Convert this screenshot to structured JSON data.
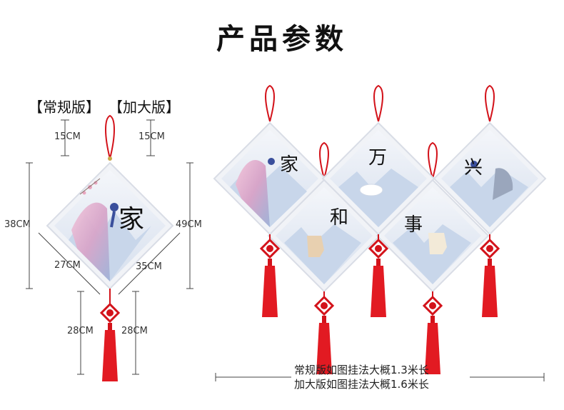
{
  "title": "产品参数",
  "versions": {
    "standard": "【常规版】",
    "large": "【加大版】"
  },
  "dimensions": {
    "standard_top": "15CM",
    "large_top": "15CM",
    "standard_height": "38CM",
    "large_height": "49CM",
    "standard_side": "27CM",
    "large_side": "35CM",
    "standard_tassel": "28CM",
    "large_tassel": "28CM"
  },
  "panels": {
    "single": "家",
    "set": [
      "家",
      "和",
      "万",
      "事",
      "兴"
    ]
  },
  "caption": {
    "line1": "常规版如图挂法大概1.3米长",
    "line2": "加大版如图挂法大概1.6米长"
  },
  "colors": {
    "cord": "#d3121a",
    "frame": "#f1f3f7",
    "sky": "#e2e8f2",
    "mountain": "#c8d6ea",
    "line": "#444444"
  }
}
